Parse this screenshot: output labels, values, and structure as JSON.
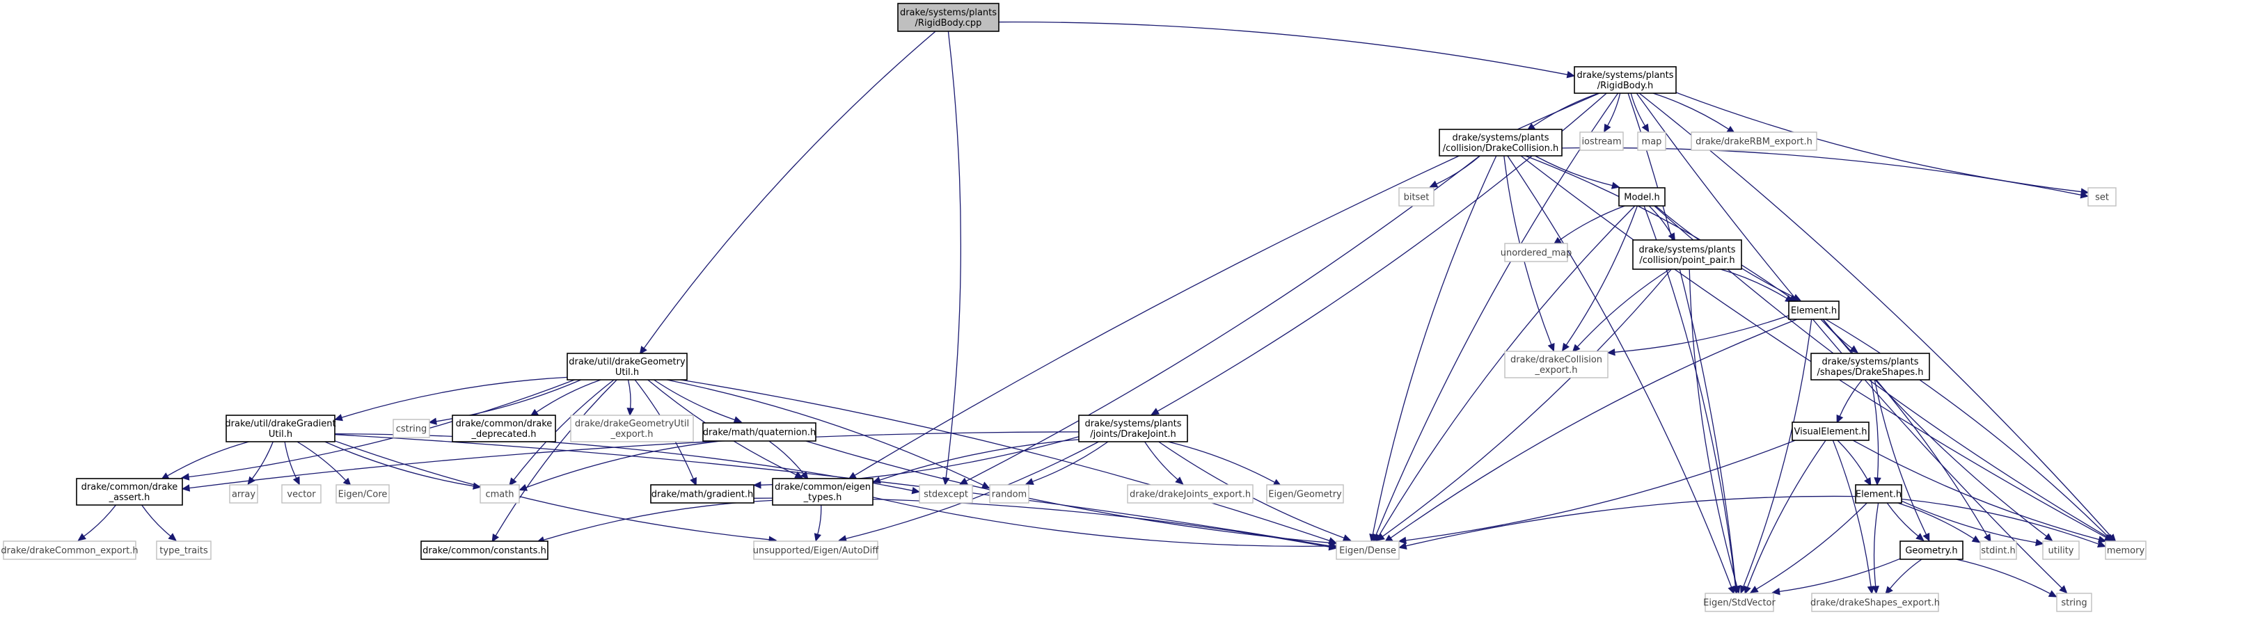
{
  "graph": {
    "nodes": {
      "rigidbody_cpp": {
        "lines": [
          "drake/systems/plants",
          "/RigidBody.cpp"
        ],
        "interactable": true
      },
      "rigidbody_h": {
        "lines": [
          "drake/systems/plants",
          "/RigidBody.h"
        ],
        "interactable": true
      },
      "drakecollision_h": {
        "lines": [
          "drake/systems/plants",
          "/collision/DrakeCollision.h"
        ],
        "interactable": true
      },
      "iostream": {
        "lines": [
          "iostream"
        ],
        "interactable": false
      },
      "map": {
        "lines": [
          "map"
        ],
        "interactable": false
      },
      "rbm_export": {
        "lines": [
          "drake/drakeRBM_export.h"
        ],
        "interactable": false
      },
      "set": {
        "lines": [
          "set"
        ],
        "interactable": false
      },
      "bitset": {
        "lines": [
          "bitset"
        ],
        "interactable": false
      },
      "model_h": {
        "lines": [
          "Model.h"
        ],
        "interactable": true
      },
      "unordered_map": {
        "lines": [
          "unordered_map"
        ],
        "interactable": false
      },
      "point_pair_h": {
        "lines": [
          "drake/systems/plants",
          "/collision/point_pair.h"
        ],
        "interactable": true
      },
      "collision_element_h": {
        "lines": [
          "Element.h"
        ],
        "interactable": true
      },
      "collision_export": {
        "lines": [
          "drake/drakeCollision",
          "_export.h"
        ],
        "interactable": false
      },
      "drakeshapes_h": {
        "lines": [
          "drake/systems/plants",
          "/shapes/DrakeShapes.h"
        ],
        "interactable": true
      },
      "visualelement_h": {
        "lines": [
          "VisualElement.h"
        ],
        "interactable": true
      },
      "shapes_element_h": {
        "lines": [
          "Element.h"
        ],
        "interactable": true
      },
      "geometry_h": {
        "lines": [
          "Geometry.h"
        ],
        "interactable": true
      },
      "stdint_h": {
        "lines": [
          "stdint.h"
        ],
        "interactable": false
      },
      "utility": {
        "lines": [
          "utility"
        ],
        "interactable": false
      },
      "memory": {
        "lines": [
          "memory"
        ],
        "interactable": false
      },
      "shapes_export": {
        "lines": [
          "drake/drakeShapes_export.h"
        ],
        "interactable": false
      },
      "eigen_stdvector": {
        "lines": [
          "Eigen/StdVector"
        ],
        "interactable": false
      },
      "string": {
        "lines": [
          "string"
        ],
        "interactable": false
      },
      "drakegeometryutil_h": {
        "lines": [
          "drake/util/drakeGeometry",
          "Util.h"
        ],
        "interactable": true
      },
      "drakegradientutil_h": {
        "lines": [
          "drake/util/drakeGradient",
          "Util.h"
        ],
        "interactable": true
      },
      "cstring": {
        "lines": [
          "cstring"
        ],
        "interactable": false
      },
      "drake_deprecated_h": {
        "lines": [
          "drake/common/drake",
          "_deprecated.h"
        ],
        "interactable": true
      },
      "geometryutil_export": {
        "lines": [
          "drake/drakeGeometryUtil",
          "_export.h"
        ],
        "interactable": false
      },
      "quaternion_h": {
        "lines": [
          "drake/math/quaternion.h"
        ],
        "interactable": true
      },
      "drakejoint_h": {
        "lines": [
          "drake/systems/plants",
          "/joints/DrakeJoint.h"
        ],
        "interactable": true
      },
      "drake_assert_h": {
        "lines": [
          "drake/common/drake",
          "_assert.h"
        ],
        "interactable": true
      },
      "array": {
        "lines": [
          "array"
        ],
        "interactable": false
      },
      "vector": {
        "lines": [
          "vector"
        ],
        "interactable": false
      },
      "eigen_core": {
        "lines": [
          "Eigen/Core"
        ],
        "interactable": false
      },
      "cmath": {
        "lines": [
          "cmath"
        ],
        "interactable": false
      },
      "gradient_h": {
        "lines": [
          "drake/math/gradient.h"
        ],
        "interactable": true
      },
      "eigen_types_h": {
        "lines": [
          "drake/common/eigen",
          "_types.h"
        ],
        "interactable": true
      },
      "stdexcept": {
        "lines": [
          "stdexcept"
        ],
        "interactable": false
      },
      "random": {
        "lines": [
          "random"
        ],
        "interactable": false
      },
      "joints_export": {
        "lines": [
          "drake/drakeJoints_export.h"
        ],
        "interactable": false
      },
      "eigen_geometry": {
        "lines": [
          "Eigen/Geometry"
        ],
        "interactable": false
      },
      "common_export": {
        "lines": [
          "drake/drakeCommon_export.h"
        ],
        "interactable": false
      },
      "type_traits": {
        "lines": [
          "type_traits"
        ],
        "interactable": false
      },
      "constants_h": {
        "lines": [
          "drake/common/constants.h"
        ],
        "interactable": true
      },
      "autodiff": {
        "lines": [
          "unsupported/Eigen/AutoDiff"
        ],
        "interactable": false
      },
      "eigen_dense": {
        "lines": [
          "Eigen/Dense"
        ],
        "interactable": false
      }
    },
    "edges": [
      [
        "rigidbody_cpp",
        "rigidbody_h"
      ],
      [
        "rigidbody_cpp",
        "drakegeometryutil_h"
      ],
      [
        "rigidbody_cpp",
        "stdexcept"
      ],
      [
        "rigidbody_h",
        "drakecollision_h"
      ],
      [
        "rigidbody_h",
        "iostream"
      ],
      [
        "rigidbody_h",
        "map"
      ],
      [
        "rigidbody_h",
        "rbm_export"
      ],
      [
        "rigidbody_h",
        "set"
      ],
      [
        "rigidbody_h",
        "memory"
      ],
      [
        "rigidbody_h",
        "string"
      ],
      [
        "rigidbody_h",
        "eigen_stdvector"
      ],
      [
        "rigidbody_h",
        "eigen_dense"
      ],
      [
        "rigidbody_h",
        "drakejoint_h"
      ],
      [
        "rigidbody_h",
        "eigen_types_h"
      ],
      [
        "drakecollision_h",
        "bitset"
      ],
      [
        "drakecollision_h",
        "model_h"
      ],
      [
        "drakecollision_h",
        "collision_element_h"
      ],
      [
        "drakecollision_h",
        "collision_export"
      ],
      [
        "drakecollision_h",
        "set"
      ],
      [
        "drakecollision_h",
        "memory"
      ],
      [
        "drakecollision_h",
        "eigen_stdvector"
      ],
      [
        "drakecollision_h",
        "eigen_dense"
      ],
      [
        "drakecollision_h",
        "stdexcept"
      ],
      [
        "model_h",
        "unordered_map"
      ],
      [
        "model_h",
        "point_pair_h"
      ],
      [
        "model_h",
        "collision_element_h"
      ],
      [
        "model_h",
        "collision_export"
      ],
      [
        "model_h",
        "eigen_dense"
      ],
      [
        "model_h",
        "eigen_stdvector"
      ],
      [
        "model_h",
        "memory"
      ],
      [
        "point_pair_h",
        "collision_element_h"
      ],
      [
        "point_pair_h",
        "collision_export"
      ],
      [
        "point_pair_h",
        "eigen_dense"
      ],
      [
        "point_pair_h",
        "eigen_stdvector"
      ],
      [
        "collision_element_h",
        "collision_export"
      ],
      [
        "collision_element_h",
        "drakeshapes_h"
      ],
      [
        "collision_element_h",
        "memory"
      ],
      [
        "collision_element_h",
        "utility"
      ],
      [
        "collision_element_h",
        "stdint_h"
      ],
      [
        "collision_element_h",
        "eigen_dense"
      ],
      [
        "collision_element_h",
        "eigen_stdvector"
      ],
      [
        "drakeshapes_h",
        "visualelement_h"
      ],
      [
        "drakeshapes_h",
        "shapes_element_h"
      ],
      [
        "drakeshapes_h",
        "geometry_h"
      ],
      [
        "visualelement_h",
        "shapes_element_h"
      ],
      [
        "visualelement_h",
        "memory"
      ],
      [
        "visualelement_h",
        "eigen_dense"
      ],
      [
        "visualelement_h",
        "eigen_stdvector"
      ],
      [
        "visualelement_h",
        "shapes_export"
      ],
      [
        "shapes_element_h",
        "geometry_h"
      ],
      [
        "shapes_element_h",
        "stdint_h"
      ],
      [
        "shapes_element_h",
        "utility"
      ],
      [
        "shapes_element_h",
        "memory"
      ],
      [
        "shapes_element_h",
        "eigen_dense"
      ],
      [
        "shapes_element_h",
        "eigen_stdvector"
      ],
      [
        "shapes_element_h",
        "shapes_export"
      ],
      [
        "geometry_h",
        "eigen_stdvector"
      ],
      [
        "geometry_h",
        "shapes_export"
      ],
      [
        "geometry_h",
        "string"
      ],
      [
        "drakegeometryutil_h",
        "drakegradientutil_h"
      ],
      [
        "drakegeometryutil_h",
        "cstring"
      ],
      [
        "drakegeometryutil_h",
        "drake_deprecated_h"
      ],
      [
        "drakegeometryutil_h",
        "geometryutil_export"
      ],
      [
        "drakegeometryutil_h",
        "quaternion_h"
      ],
      [
        "drakegeometryutil_h",
        "drake_assert_h"
      ],
      [
        "drakegeometryutil_h",
        "cmath"
      ],
      [
        "drakegeometryutil_h",
        "gradient_h"
      ],
      [
        "drakegeometryutil_h",
        "eigen_types_h"
      ],
      [
        "drakegeometryutil_h",
        "random"
      ],
      [
        "drakegeometryutil_h",
        "constants_h"
      ],
      [
        "drakegeometryutil_h",
        "eigen_dense"
      ],
      [
        "drakegradientutil_h",
        "drake_assert_h"
      ],
      [
        "drakegradientutil_h",
        "array"
      ],
      [
        "drakegradientutil_h",
        "vector"
      ],
      [
        "drakegradientutil_h",
        "eigen_core"
      ],
      [
        "drakegradientutil_h",
        "cmath"
      ],
      [
        "drakegradientutil_h",
        "stdexcept"
      ],
      [
        "drakegradientutil_h",
        "autodiff"
      ],
      [
        "drakegradientutil_h",
        "eigen_dense"
      ],
      [
        "quaternion_h",
        "cmath"
      ],
      [
        "quaternion_h",
        "eigen_types_h"
      ],
      [
        "quaternion_h",
        "eigen_dense"
      ],
      [
        "drakejoint_h",
        "gradient_h"
      ],
      [
        "drakejoint_h",
        "eigen_types_h"
      ],
      [
        "drakejoint_h",
        "random"
      ],
      [
        "drakejoint_h",
        "joints_export"
      ],
      [
        "drakejoint_h",
        "eigen_geometry"
      ],
      [
        "drakejoint_h",
        "eigen_dense"
      ],
      [
        "drakejoint_h",
        "autodiff"
      ],
      [
        "drakejoint_h",
        "drake_assert_h"
      ],
      [
        "drake_assert_h",
        "common_export"
      ],
      [
        "drake_assert_h",
        "type_traits"
      ],
      [
        "gradient_h",
        "eigen_dense"
      ],
      [
        "eigen_types_h",
        "constants_h"
      ],
      [
        "eigen_types_h",
        "autodiff"
      ],
      [
        "eigen_types_h",
        "eigen_dense"
      ]
    ]
  }
}
